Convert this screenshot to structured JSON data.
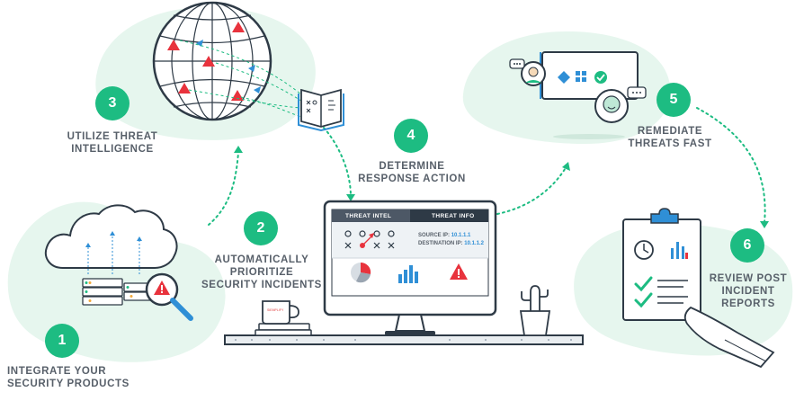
{
  "steps": [
    {
      "number": "1",
      "label": "INTEGRATE YOUR SECURITY PRODUCTS"
    },
    {
      "number": "2",
      "label": "AUTOMATICALLY PRIORITIZE SECURITY INCIDENTS"
    },
    {
      "number": "3",
      "label": "UTILIZE THREAT INTELLIGENCE"
    },
    {
      "number": "4",
      "label": "DETERMINE RESPONSE ACTION"
    },
    {
      "number": "5",
      "label": "REMEDIATE THREATS FAST"
    },
    {
      "number": "6",
      "label": "REVIEW POST INCIDENT REPORTS"
    }
  ],
  "screen": {
    "tab_left": "THREAT INTEL",
    "tab_right": "THREAT INFO",
    "source_ip_label": "SOURCE IP:",
    "source_ip_value": "10.1.1.1",
    "destination_ip_label": "DESTINATION IP:",
    "destination_ip_value": "10.1.1.2"
  },
  "mug_text": "SIEMPLIFY",
  "colors": {
    "accent_green": "#1dbc82",
    "blob_green": "#e6f6ee",
    "outline": "#2e3a46",
    "alert_red": "#e8333d",
    "link_blue": "#2f8fd6",
    "text_gray": "#58606a"
  }
}
